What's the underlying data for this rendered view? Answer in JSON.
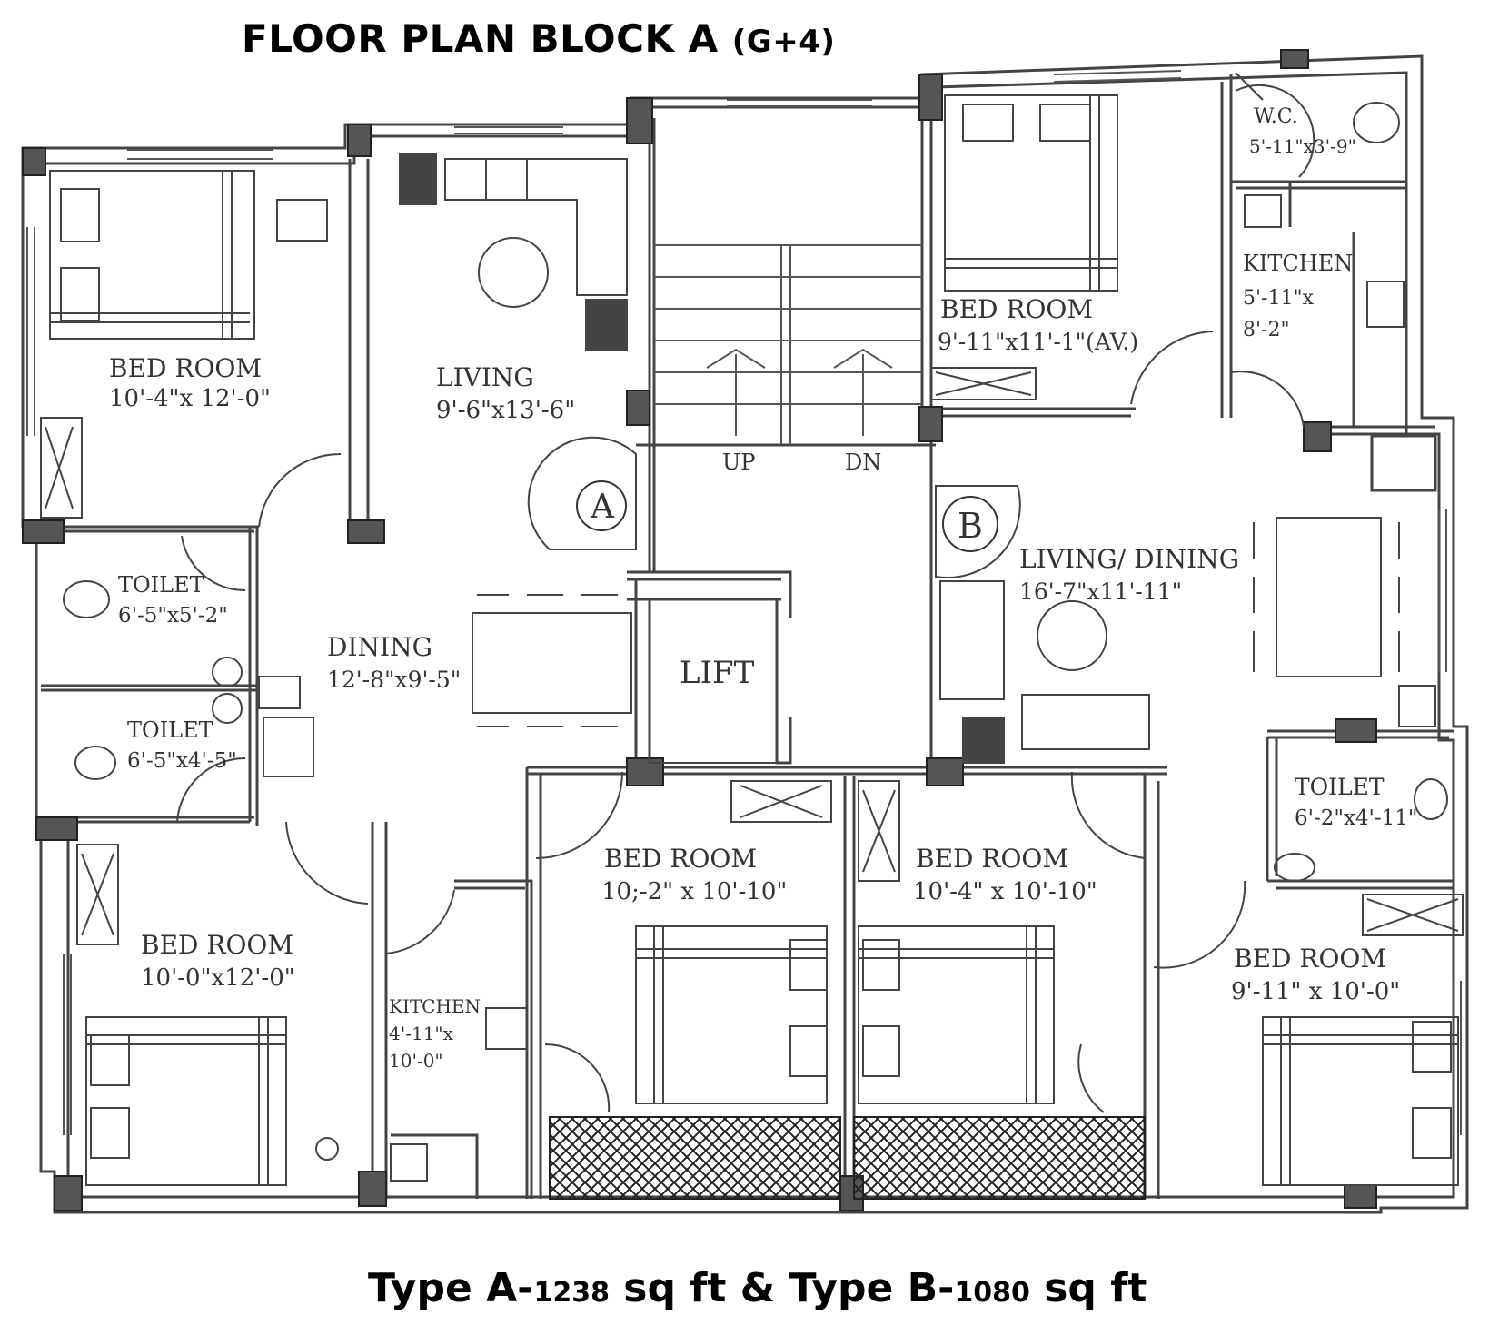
{
  "title": {
    "main": "FLOOR PLAN BLOCK A",
    "paren": "(G+4)"
  },
  "footer": {
    "type_a_label": "Type A-",
    "type_a_area": "1238",
    "type_a_unit": " sq ft & ",
    "type_b_label": "Type B-",
    "type_b_area": "1080",
    "type_b_unit": " sq ft"
  },
  "rooms": {
    "bed1": {
      "name": "BED ROOM",
      "size": "10'-4\"x 12'-0\""
    },
    "living_a": {
      "name": "LIVING",
      "size": "9'-6\"x13'-6\""
    },
    "toilet1": {
      "name": "TOILET",
      "size": "6'-5\"x5'-2\""
    },
    "toilet2": {
      "name": "TOILET",
      "size": "6'-5\"x4'-5\""
    },
    "dining_a": {
      "name": "DINING",
      "size": "12'-8\"x9'-5\""
    },
    "bed2": {
      "name": "BED ROOM",
      "size": "10'-0\"x12'-0\""
    },
    "kitchen_a": {
      "name": "KITCHEN",
      "size1": "4'-11\"x",
      "size2": "10'-0\""
    },
    "bed3": {
      "name": "BED ROOM",
      "size": "10;-2\" x 10'-10\""
    },
    "bed4": {
      "name": "BED ROOM",
      "size": "10'-4\" x 10'-10\""
    },
    "bed5": {
      "name": "BED ROOM",
      "size": "9'-11\"x11'-1\"(AV.)"
    },
    "wc": {
      "name": "W.C.",
      "size": "5'-11\"x3'-9\""
    },
    "kitchen_b": {
      "name": "KITCHEN",
      "size1": "5'-11\"x",
      "size2": "8'-2\""
    },
    "living_b": {
      "name": "LIVING/ DINING",
      "size": "16'-7\"x11'-11\""
    },
    "toilet3": {
      "name": "TOILET",
      "size": "6'-2\"x4'-11\""
    },
    "bed6": {
      "name": "BED ROOM",
      "size": "9'-11\" x 10'-0\""
    },
    "lift": {
      "name": "LIFT"
    },
    "stair_up": "UP",
    "stair_dn": "DN",
    "flat_a": "A",
    "flat_b": "B"
  }
}
